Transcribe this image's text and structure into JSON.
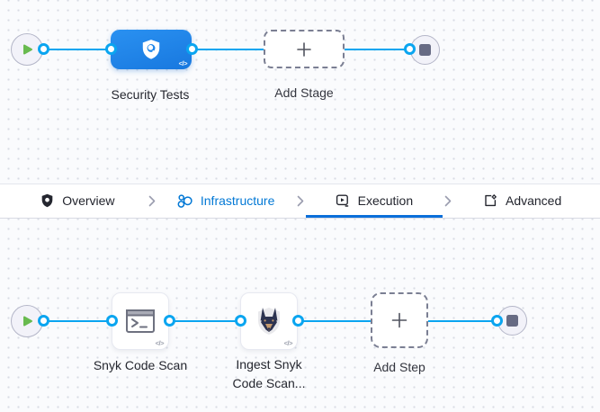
{
  "colors": {
    "accent_blue": "#0278d5",
    "line_blue": "#0aa5f0",
    "stage_node_blue": "#1d85e9",
    "play_green": "#68ba4f",
    "stop_gray": "#676b84"
  },
  "top_canvas": {
    "stage_label": "Security Tests",
    "add_stage_label": "Add Stage"
  },
  "tab_bar": {
    "items": [
      {
        "label": "Overview",
        "icon": "shield-check-icon",
        "state": "default"
      },
      {
        "label": "Infrastructure",
        "icon": "infrastructure-icon",
        "state": "highlighted"
      },
      {
        "label": "Execution",
        "icon": "execution-icon",
        "state": "active"
      },
      {
        "label": "Advanced",
        "icon": "advanced-gear-icon",
        "state": "default"
      }
    ]
  },
  "bottom_canvas": {
    "steps": [
      {
        "label": "Snyk Code Scan",
        "icon": "terminal-icon"
      },
      {
        "label_line1": "Ingest Snyk",
        "label_line2": "Code Scan...",
        "icon": "snyk-dog-icon"
      }
    ],
    "add_step_label": "Add Step"
  },
  "glyphs": {
    "code_toggle": "</>"
  }
}
